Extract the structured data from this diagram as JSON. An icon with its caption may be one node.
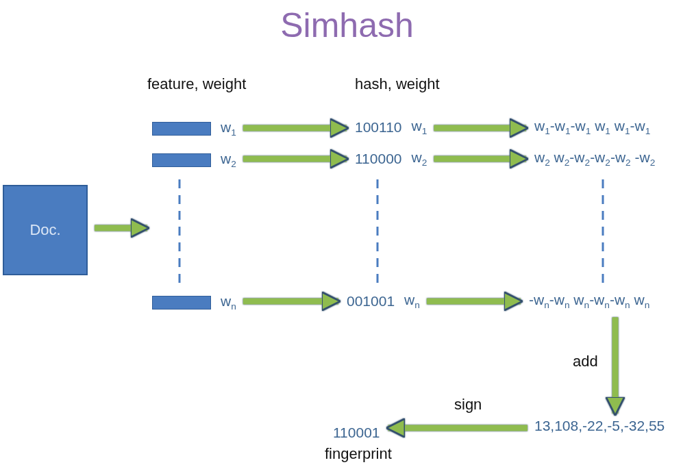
{
  "diagram": {
    "title": "Simhash",
    "nodes": [
      {
        "text": [
          "Doc."
        ]
      },
      {
        "text": [],
        "shape": "bar",
        "beside": [
          "w$_{1}$"
        ]
      },
      {
        "text": [],
        "shape": "bar",
        "beside": [
          "w$_{2}$"
        ]
      },
      {
        "text": [],
        "shape": "bar",
        "beside": [
          "w$_{n}$"
        ]
      },
      {
        "text": [
          "100110",
          "w$_{1}$"
        ]
      },
      {
        "text": [
          "110000",
          "w$_{2}$"
        ]
      },
      {
        "text": [
          "001001",
          "w$_{n}$"
        ]
      },
      {
        "text": [
          "w$_{1}$-w$_{1}$-w$_{1}$ w$_{1}$ w$_{1}$-w$_{1}$"
        ]
      },
      {
        "text": [
          "w$_{2}$ w$_{2}$-w$_{2}$-w$_{2}$-w$_{2}$ -w$_{2}$"
        ]
      },
      {
        "text": [
          "-w$_{n}$-w$_{n}$ w$_{n}$-w$_{n}$-w$_{n}$ w$_{n}$"
        ]
      },
      {
        "text": [
          "13,108,-22,-5,-32,55"
        ]
      },
      {
        "text": [
          "110001"
        ],
        "beside": [
          "fingerprint"
        ]
      }
    ],
    "edges": [
      {
        "from": 0,
        "to": null,
        "arrow": "to"
      },
      {
        "from": 1,
        "to": 4,
        "arrow": "to"
      },
      {
        "from": 2,
        "to": 5,
        "arrow": "to"
      },
      {
        "from": 3,
        "to": 6,
        "arrow": "to"
      },
      {
        "from": 4,
        "to": 7,
        "arrow": "to"
      },
      {
        "from": 5,
        "to": 8,
        "arrow": "to"
      },
      {
        "from": 6,
        "to": 9,
        "arrow": "to"
      },
      {
        "from": 9,
        "to": 10,
        "label": "add",
        "arrow": "to"
      },
      {
        "from": 10,
        "to": 11,
        "label": "sign",
        "arrow": "to"
      }
    ],
    "labels": [
      "feature, weight",
      "hash, weight"
    ]
  }
}
